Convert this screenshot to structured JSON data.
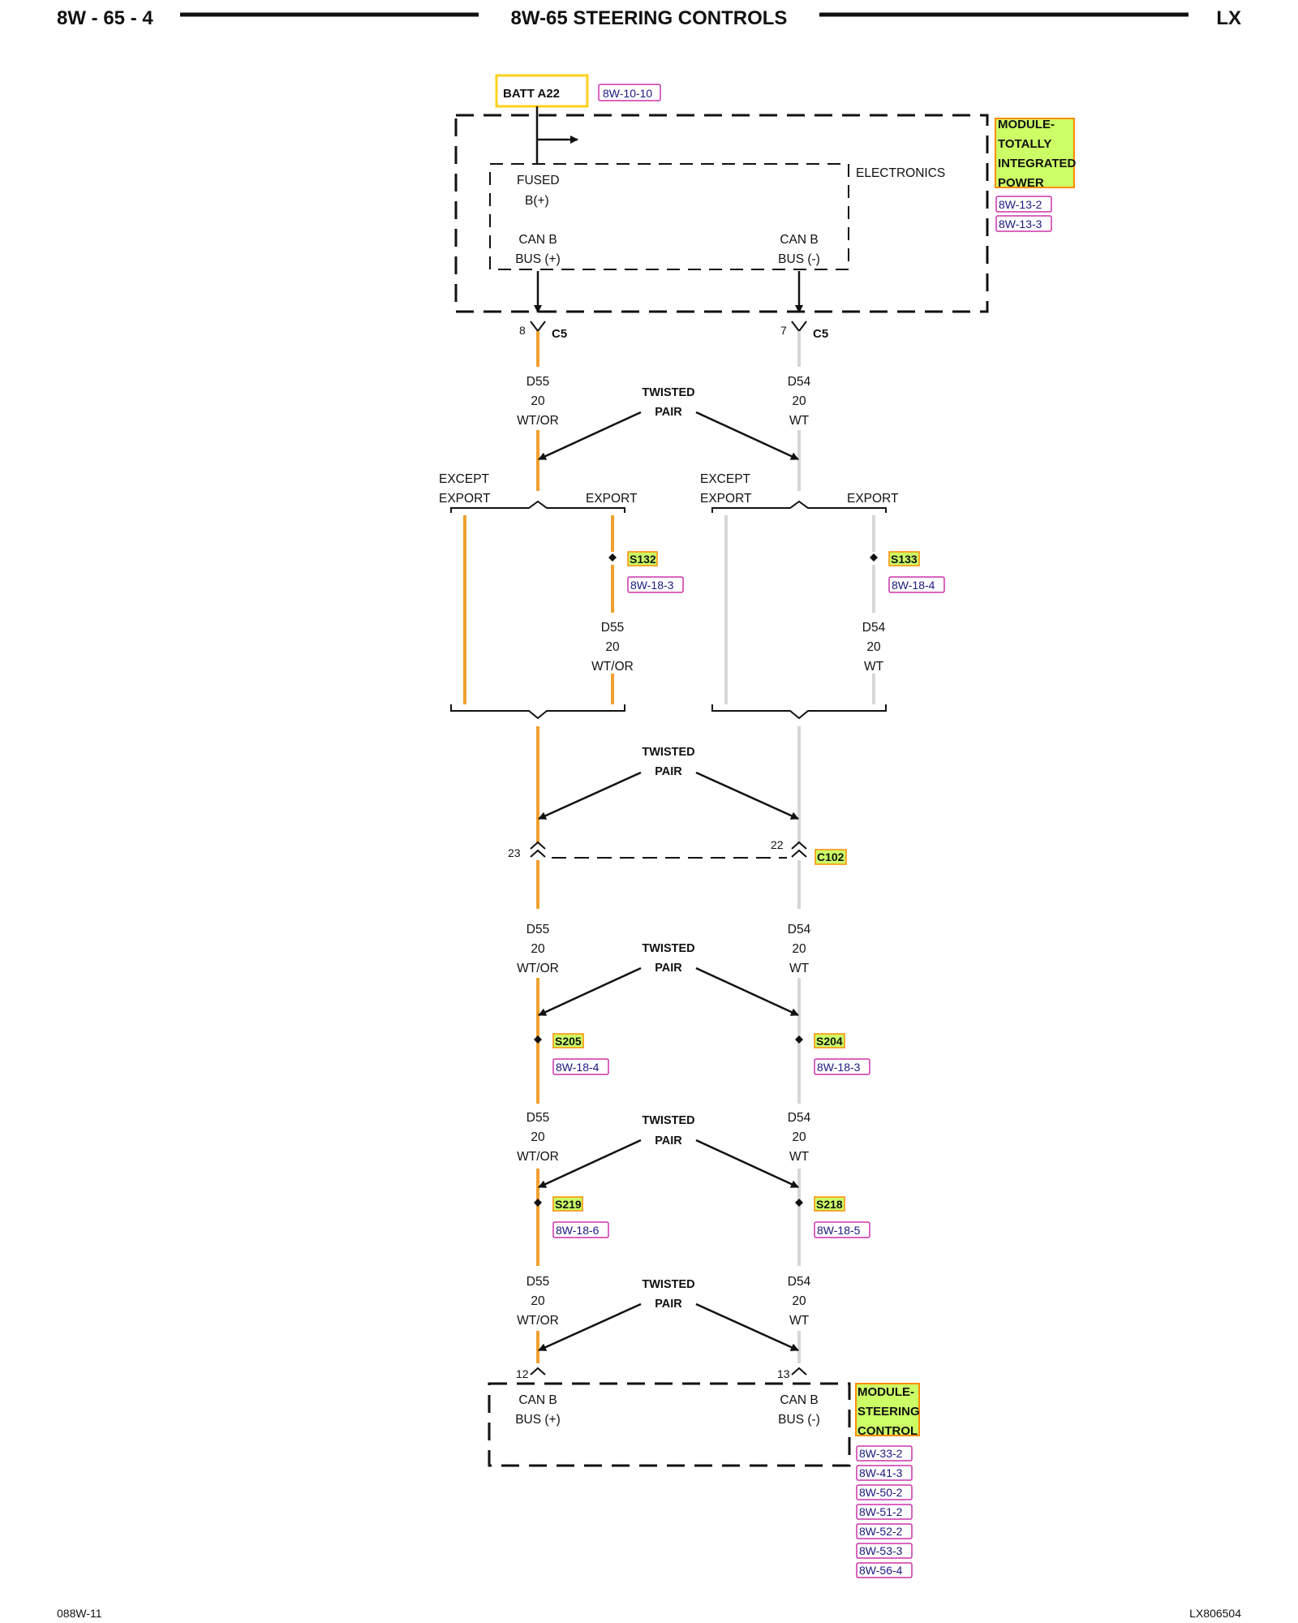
{
  "header": {
    "page": "8W - 65 - 4",
    "title": "8W-65 STEERING CONTROLS",
    "model": "LX"
  },
  "footer": {
    "left": "088W-11",
    "right": "LX806504"
  },
  "colors": {
    "wt_or": "#f0a030",
    "wt": "#d6d6d6",
    "highlight": "#ccff66",
    "highlight_border": "#ff8c00",
    "ref": "#cc33aa"
  },
  "tipm": {
    "batt": "BATT A22",
    "batt_ref": "8W-10-10",
    "electronics": "ELECTRONICS",
    "fused": "FUSED",
    "bplus": "B(+)",
    "canb_l": "CAN B",
    "bus_plus": "BUS (+)",
    "canb_r": "CAN B",
    "bus_minus": "BUS (-)",
    "name": [
      "MODULE-",
      "TOTALLY",
      "INTEGRATED",
      "POWER"
    ],
    "refs": [
      "8W-13-2",
      "8W-13-3"
    ]
  },
  "c5": {
    "pin_l": "8",
    "pin_r": "7",
    "name": "C5"
  },
  "twisted": [
    "TWISTED",
    "PAIR"
  ],
  "wire_l": {
    "circuit": "D55",
    "gauge": "20",
    "color": "WT/OR"
  },
  "wire_r": {
    "circuit": "D54",
    "gauge": "20",
    "color": "WT"
  },
  "branch": {
    "except": "EXCEPT",
    "export": "EXPORT"
  },
  "s132": {
    "name": "S132",
    "ref": "8W-18-3"
  },
  "s133": {
    "name": "S133",
    "ref": "8W-18-4"
  },
  "c102": {
    "pin_l": "23",
    "pin_r": "22",
    "name": "C102"
  },
  "s205": {
    "name": "S205",
    "ref": "8W-18-4"
  },
  "s204": {
    "name": "S204",
    "ref": "8W-18-3"
  },
  "s219": {
    "name": "S219",
    "ref": "8W-18-6"
  },
  "s218": {
    "name": "S218",
    "ref": "8W-18-5"
  },
  "scm": {
    "pin_l": "12",
    "pin_r": "13",
    "canb_l": "CAN B",
    "bus_plus": "BUS (+)",
    "canb_r": "CAN B",
    "bus_minus": "BUS (-)",
    "name": [
      "MODULE-",
      "STEERING",
      "CONTROL"
    ],
    "refs": [
      "8W-33-2",
      "8W-41-3",
      "8W-50-2",
      "8W-51-2",
      "8W-52-2",
      "8W-53-3",
      "8W-56-4"
    ]
  }
}
